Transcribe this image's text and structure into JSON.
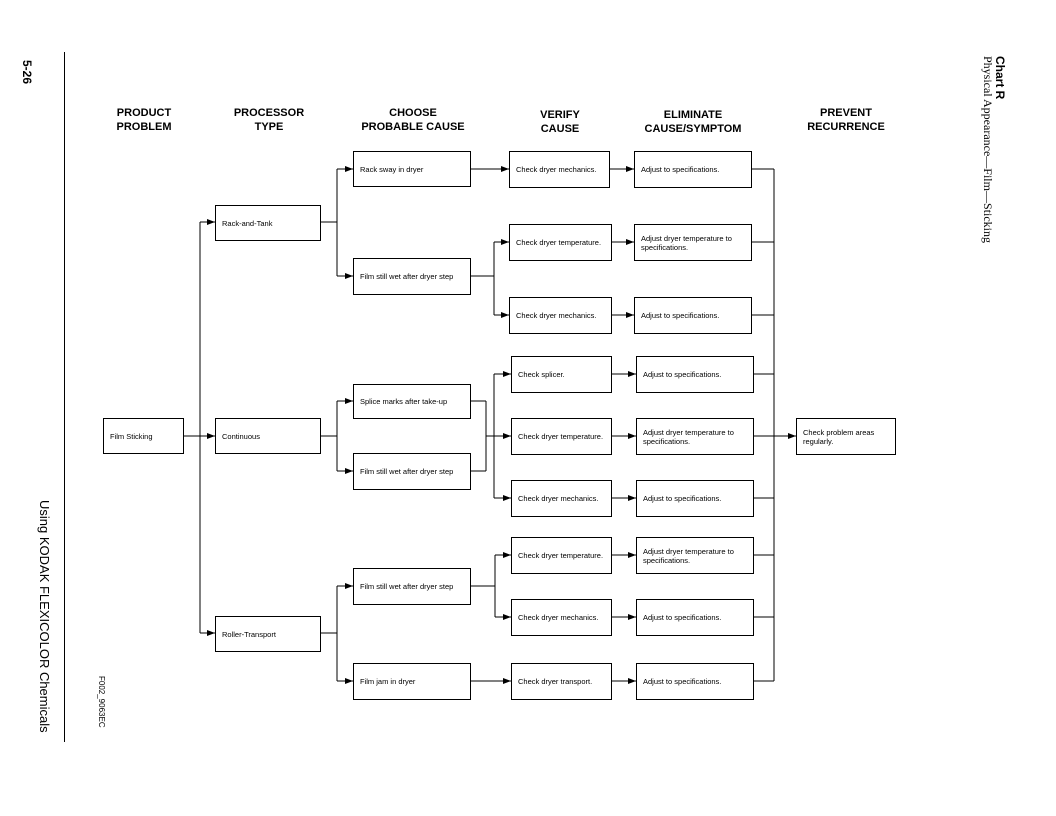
{
  "page": {
    "number": "5-26",
    "side_title": "Using KODAK FLEXICOLOR Chemicals",
    "figure_code": "F002_9063EC",
    "chart_label": "Chart R",
    "chart_subtitle": "Physical Appearance—Film—Sticking"
  },
  "columns": [
    {
      "line1": "PRODUCT",
      "line2": "PROBLEM"
    },
    {
      "line1": "PROCESSOR",
      "line2": "TYPE"
    },
    {
      "line1": "CHOOSE",
      "line2": "PROBABLE CAUSE"
    },
    {
      "line1": "VERIFY",
      "line2": "CAUSE"
    },
    {
      "line1": "ELIMINATE",
      "line2": "CAUSE/SYMPTOM"
    },
    {
      "line1": "PREVENT",
      "line2": "RECURRENCE"
    }
  ],
  "problem": "Film Sticking",
  "processors": [
    "Rack-and-Tank",
    "Continuous",
    "Roller-Transport"
  ],
  "causes": [
    "Rack sway in dryer",
    "Film still wet after dryer step",
    "Splice marks after take-up",
    "Film still wet after dryer step",
    "Film still wet after dryer step",
    "Film jam in dryer"
  ],
  "verify": [
    "Check dryer mechanics.",
    "Check dryer temperature.",
    "Check dryer mechanics.",
    "Check splicer.",
    "Check dryer temperature.",
    "Check dryer mechanics.",
    "Check dryer temperature.",
    "Check dryer mechanics.",
    "Check dryer transport."
  ],
  "eliminate": [
    "Adjust to specifications.",
    "Adjust dryer temperature to specifications.",
    "Adjust to specifications.",
    "Adjust to specifications.",
    "Adjust dryer temperature to specifications.",
    "Adjust to specifications.",
    "Adjust dryer temperature to specifications.",
    "Adjust to specifications.",
    "Adjust to specifications."
  ],
  "prevent": "Check problem areas regularly."
}
